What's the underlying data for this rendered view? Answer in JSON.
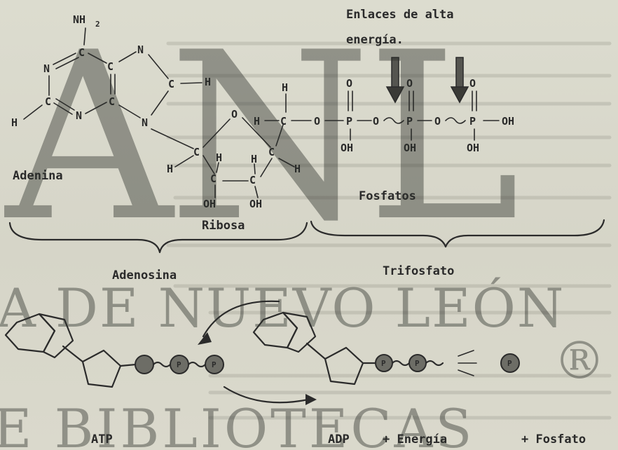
{
  "structure": {
    "atoms": {
      "nh2": "NH",
      "nh2_sub": "2",
      "n": "N",
      "c": "C",
      "h": "H",
      "o": "O",
      "p": "P",
      "oh": "OH"
    }
  },
  "labels": {
    "high_energy_bonds_line1": "Enlaces de  alta",
    "high_energy_bonds_line2": "energía.",
    "adenina": "Adenina",
    "fosfatos": "Fosfatos",
    "ribosa": "Ribosa",
    "adenosina": "Adenosina",
    "trifosfato": "Trifosfato"
  },
  "reaction": {
    "atp": "ATP",
    "adp": "ADP",
    "plus_energy": "+ Energía",
    "plus_phosphate": "+ Fosfato",
    "phosphate_symbol": "P"
  },
  "watermark": {
    "line1": "ANL",
    "line2": "A DE NUEVO LEÓN",
    "line3": "E BIBLIOTECAS",
    "registered": "®"
  },
  "colors": {
    "ink": "#2b2b2b",
    "paper": "#d9d8cb",
    "watermark": "#2c2f2a"
  }
}
